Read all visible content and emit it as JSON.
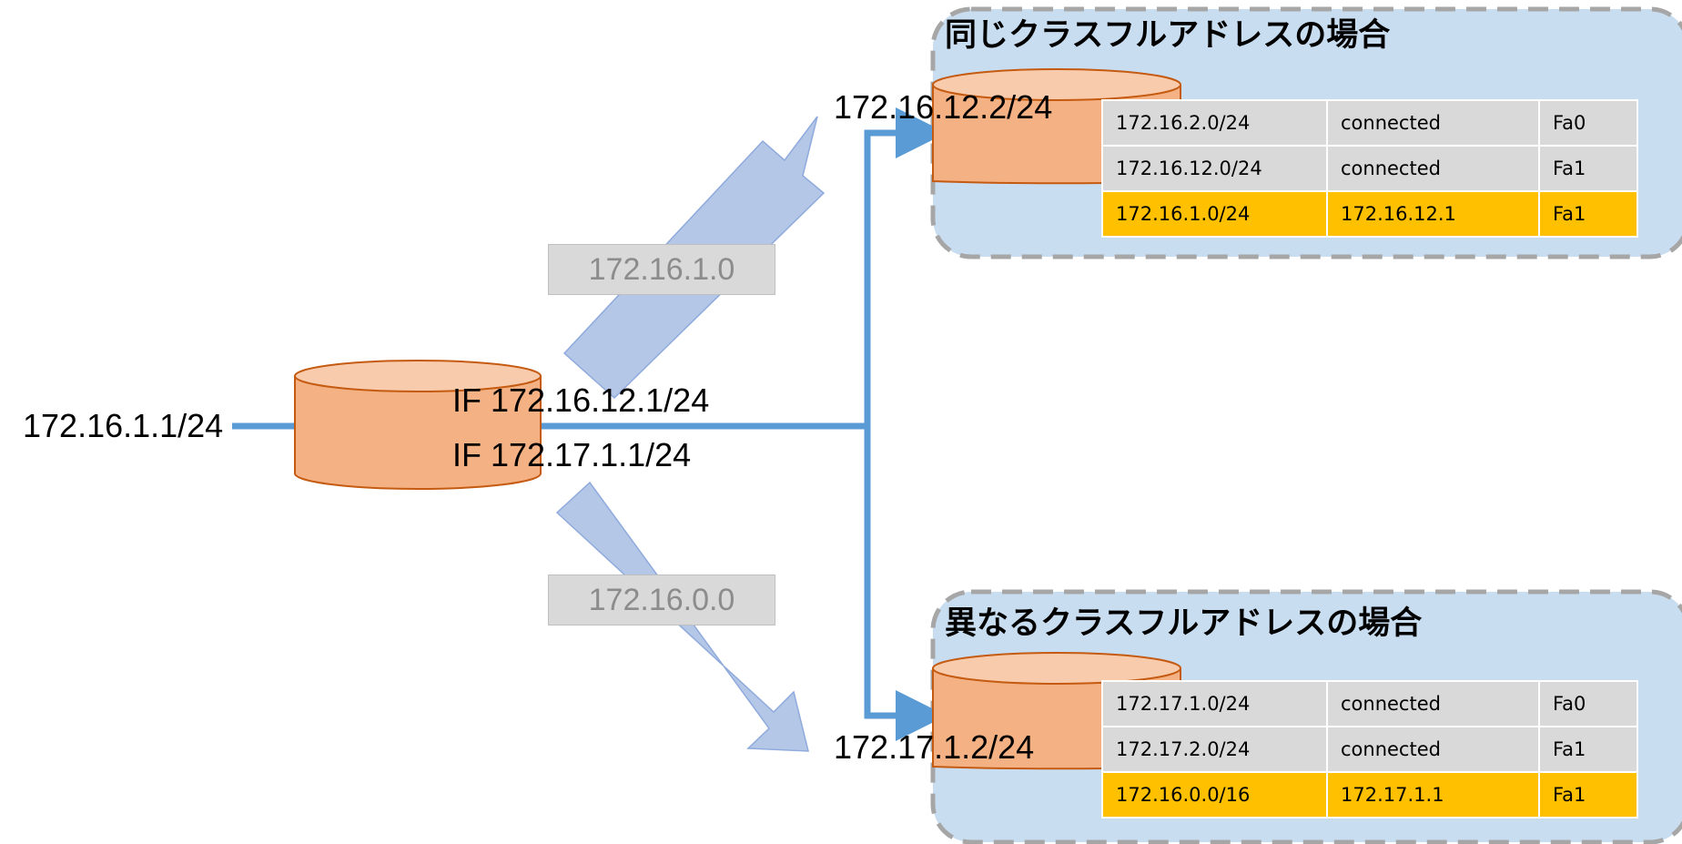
{
  "source": {
    "address": "172.16.1.1/24"
  },
  "center_router": {
    "if1": "IF 172.16.12.1/24",
    "if2": "IF 172.17.1.1/24"
  },
  "advertisements": {
    "upper": "172.16.1.0",
    "lower": "172.16.0.0"
  },
  "upper_panel": {
    "title": "同じクラスフルアドレスの場合",
    "router_address": "172.16.12.2/24",
    "routes": [
      {
        "network": "172.16.2.0/24",
        "next": "connected",
        "iface": "Fa0",
        "highlight": false
      },
      {
        "network": "172.16.12.0/24",
        "next": "connected",
        "iface": "Fa1",
        "highlight": false
      },
      {
        "network": "172.16.1.0/24",
        "next": "172.16.12.1",
        "iface": "Fa1",
        "highlight": true
      }
    ]
  },
  "lower_panel": {
    "title": "異なるクラスフルアドレスの場合",
    "router_address": "172.17.1.2/24",
    "routes": [
      {
        "network": "172.17.1.0/24",
        "next": "connected",
        "iface": "Fa0",
        "highlight": false
      },
      {
        "network": "172.17.2.0/24",
        "next": "connected",
        "iface": "Fa1",
        "highlight": false
      },
      {
        "network": "172.16.0.0/16",
        "next": "172.17.1.1",
        "iface": "Fa1",
        "highlight": true
      }
    ]
  },
  "colors": {
    "link": "#5b9bd5",
    "router_fill": "#f4b183",
    "router_top": "#f8cbad",
    "router_stroke": "#c55a11",
    "panel_fill": "#c9ddf1",
    "panel_border": "#a6a6a6",
    "arrow_fill": "#b4c7e7",
    "highlight": "#ffc000"
  }
}
